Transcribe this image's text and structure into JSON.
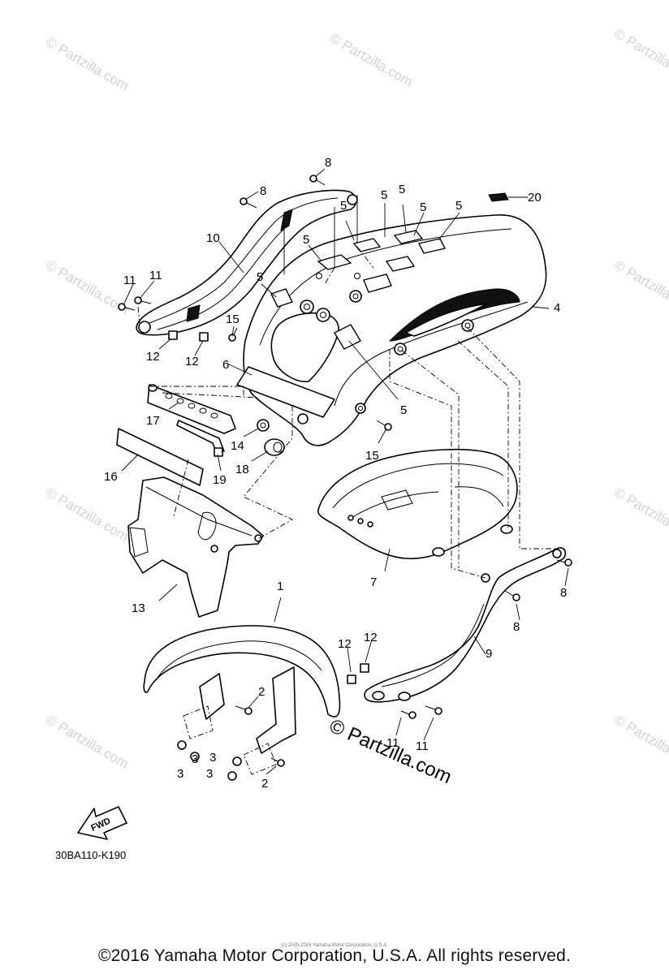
{
  "diagram_code": "30BA110-K190",
  "footer_copyright": "©2016 Yamaha Motor Corporation, U.S.A. All rights reserved.",
  "footer_small": "(c) 2005-2016 Yamaha Motor Corporation, U.S.A.",
  "watermark_text": "© Partzilla.com",
  "brand_stamp": "© Partzilla.com",
  "fwd_label": "FWD",
  "callouts": {
    "c1": "1",
    "c2": "2",
    "c4": "4",
    "c5": "5",
    "c6": "6",
    "c7": "7",
    "c8": "8",
    "c9": "9",
    "c10": "10",
    "c11": "11",
    "c12": "12",
    "c13": "13",
    "c14": "14",
    "c15": "15",
    "c16": "16",
    "c17": "17",
    "c18": "18",
    "c19": "19",
    "c20": "20",
    "c3": "3"
  }
}
